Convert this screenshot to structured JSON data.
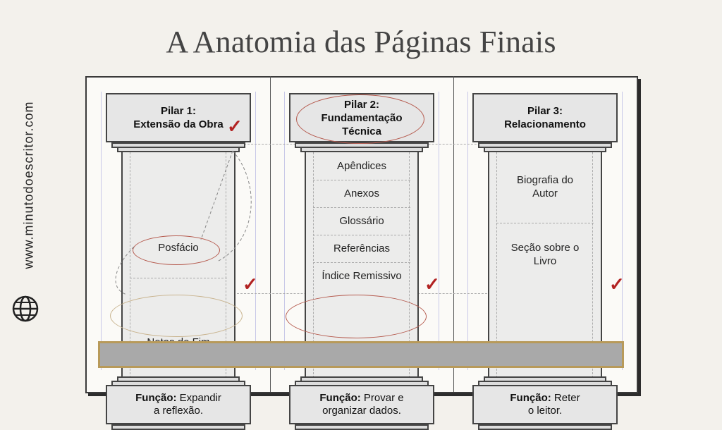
{
  "title": "A Anatomia das Páginas Finais",
  "side_url": "www.minutodoescritor.com",
  "pillars": [
    {
      "heading_line1": "Pilar 1:",
      "heading_line2": "Extensão da Obra",
      "heading_line3": "",
      "items": [
        "Posfácio",
        "Notas de Fim"
      ],
      "function_label": "Função:",
      "function_text_line1": "Expandir",
      "function_text_line2": "a reflexão."
    },
    {
      "heading_line1": "Pilar 2:",
      "heading_line2": "Fundamentação",
      "heading_line3": "Técnica",
      "items": [
        "Apêndices",
        "Anexos",
        "Glossário",
        "Referências",
        "Índice Remissivo"
      ],
      "function_label": "Função:",
      "function_text_line1": "Provar e",
      "function_text_line2": "organizar dados."
    },
    {
      "heading_line1": "Pilar 3:",
      "heading_line2": "Relacionamento",
      "heading_line3": "",
      "items": [
        "Biografia do Autor",
        "Seção sobre o Livro"
      ],
      "function_label": "Função:",
      "function_text_line1": "Reter",
      "function_text_line2": "o leitor."
    }
  ],
  "colors": {
    "accent_red": "#b22222",
    "platform": "#a9a9a9",
    "platform_border": "#b89a5a"
  },
  "icons": {
    "globe": "globe-icon",
    "check": "checkmark-icon"
  }
}
